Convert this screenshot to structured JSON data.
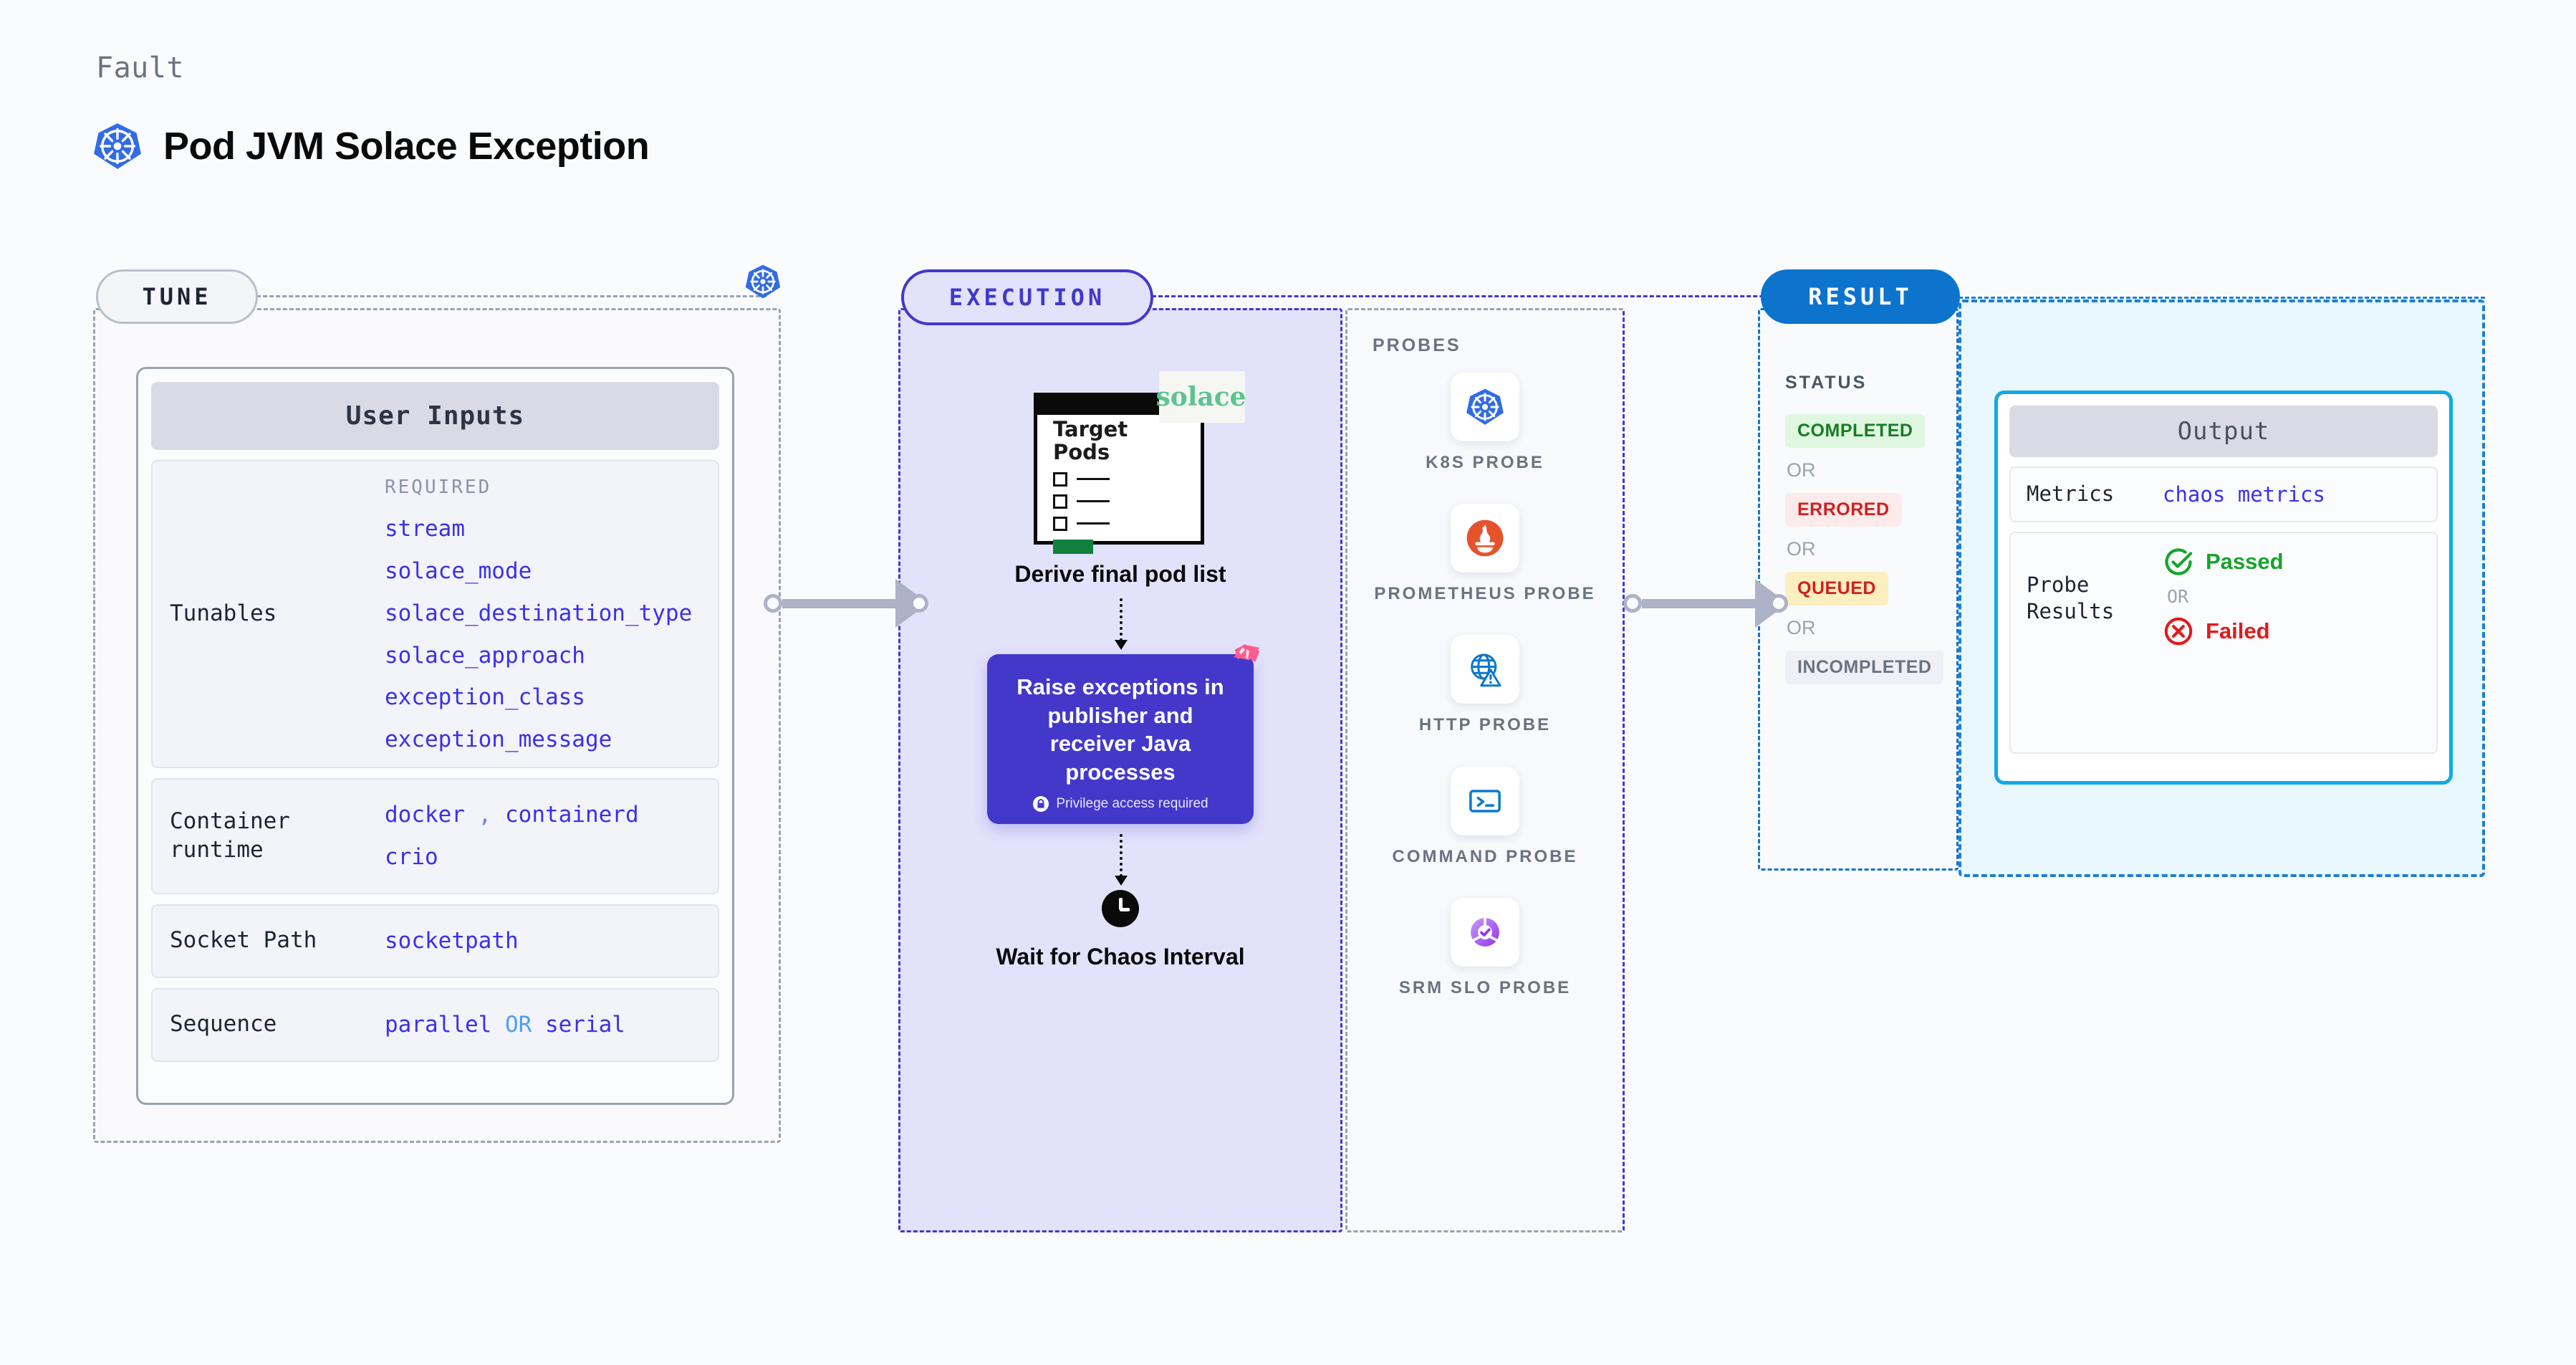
{
  "header": {
    "eyebrow": "Fault",
    "title": "Pod JVM Solace Exception",
    "icon": "kubernetes-icon"
  },
  "tune": {
    "stage_label": "TUNE",
    "badge_icon": "kubernetes-icon",
    "card_title": "User Inputs",
    "rows": [
      {
        "label": "Tunables",
        "required_label": "REQUIRED",
        "values": [
          "stream",
          "solace_mode",
          "solace_destination_type",
          "solace_approach",
          "exception_class",
          "exception_message"
        ]
      },
      {
        "label": "Container runtime",
        "values": [
          "docker",
          "containerd",
          "crio"
        ],
        "separator": ","
      },
      {
        "label": "Socket Path",
        "values": [
          "socketpath"
        ]
      },
      {
        "label": "Sequence",
        "values": [
          "parallel",
          "serial"
        ],
        "separator": "OR"
      }
    ]
  },
  "execution": {
    "stage_label": "EXECUTION",
    "target_pods": {
      "title_line1": "Target",
      "title_line2": "Pods",
      "brand": "solace",
      "brand_dot": true
    },
    "caption": "Derive final pod list",
    "action_card": {
      "text": "Raise exceptions in publisher and receiver Java processes",
      "privilege_note": "Privilege access required",
      "lock_icon": "lock-icon",
      "corner_icon": "litmus-logo-icon",
      "color": "#4338ca"
    },
    "wait": {
      "icon": "clock-icon",
      "label": "Wait for Chaos Interval"
    }
  },
  "probes": {
    "heading": "PROBES",
    "items": [
      {
        "name": "K8S PROBE",
        "icon": "kubernetes-icon"
      },
      {
        "name": "PROMETHEUS PROBE",
        "icon": "prometheus-icon"
      },
      {
        "name": "HTTP PROBE",
        "icon": "globe-warning-icon"
      },
      {
        "name": "COMMAND PROBE",
        "icon": "terminal-icon"
      },
      {
        "name": "SRM SLO PROBE",
        "icon": "srm-slo-icon"
      }
    ]
  },
  "result": {
    "stage_label": "RESULT",
    "status_heading": "STATUS",
    "or_label": "OR",
    "statuses": [
      {
        "label": "COMPLETED",
        "bg": "#dff6e0",
        "fg": "#167d22"
      },
      {
        "label": "ERRORED",
        "bg": "#fdeaea",
        "fg": "#cf2020"
      },
      {
        "label": "QUEUED",
        "bg": "#fdeebf",
        "fg": "#cf2020"
      },
      {
        "label": "INCOMPLETED",
        "bg": "#eef0f6",
        "fg": "#6b7280"
      }
    ]
  },
  "output": {
    "card_title": "Output",
    "metrics_label": "Metrics",
    "metrics_value": "chaos metrics",
    "probe_results_label": "Probe Results",
    "passed_label": "Passed",
    "failed_label": "Failed",
    "or_label": "OR",
    "pass_icon": "check-circle-icon",
    "fail_icon": "x-circle-icon"
  }
}
